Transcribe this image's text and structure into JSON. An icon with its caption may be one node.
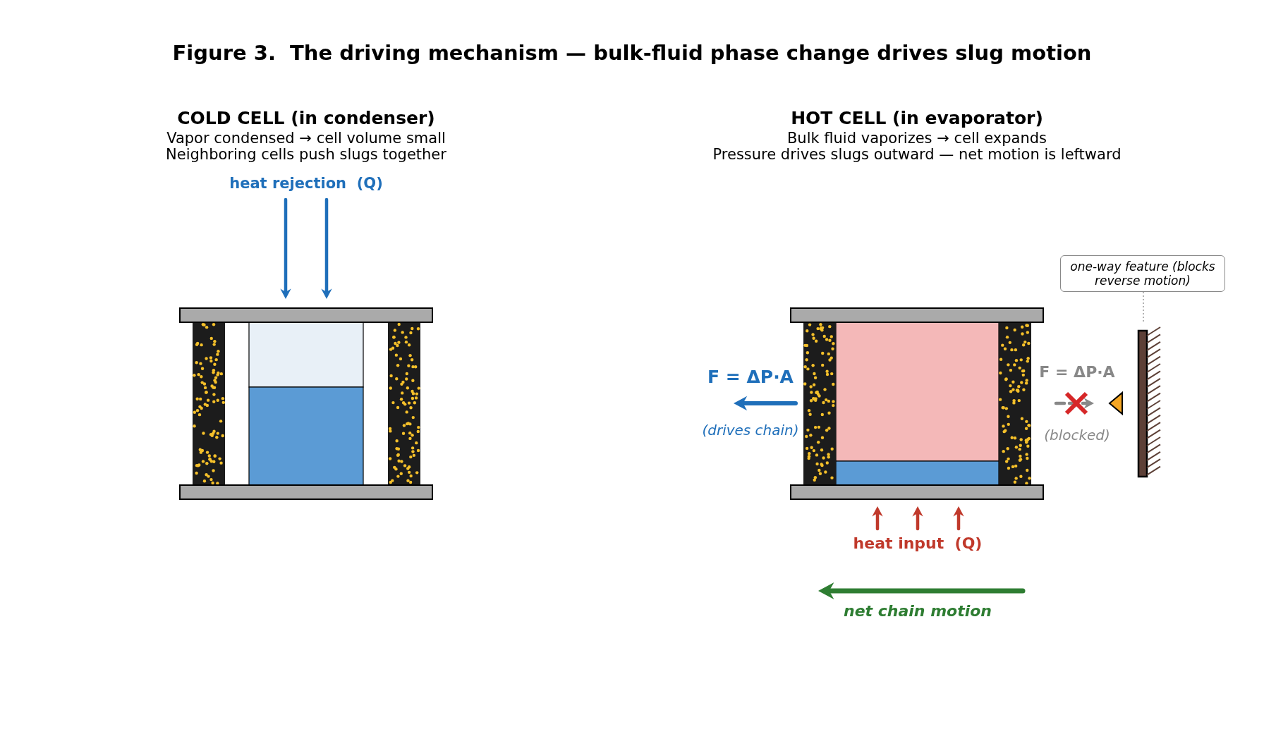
{
  "diagram": {
    "title": "Figure 3.  The driving mechanism — bulk-fluid phase change drives slug motion",
    "nodes": [
      {
        "text": [
          "one-way feature (blocks reverse motion)"
        ]
      },
      {
        "text": [],
        "shape": "bar"
      }
    ],
    "edges": [
      {
        "from": 0,
        "to": 1,
        "arrow": "none",
        "style": "dashed"
      }
    ],
    "labels": [
      "COLD CELL (in condenser)",
      "Vapor condensed → cell volume small",
      "Neighboring cells push slugs together",
      "heat rejection  (Q)",
      "HOT CELL (in evaporator)",
      "Bulk fluid vaporizes → cell expands",
      "Pressure drives slugs outward — net motion is leftward",
      "F = ΔP·A",
      "(drives chain)",
      "F = ΔP·A",
      "(blocked)",
      "heat input  (Q)",
      "net chain motion"
    ]
  }
}
